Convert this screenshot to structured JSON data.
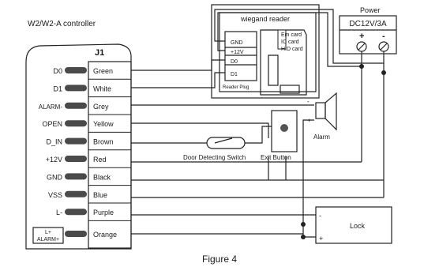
{
  "controller": {
    "title": "W2/W2-A controller",
    "block": "J1",
    "pins": [
      {
        "label": "D0",
        "wire": "Green"
      },
      {
        "label": "D1",
        "wire": "White"
      },
      {
        "label": "ALARM-",
        "wire": "Grey"
      },
      {
        "label": "OPEN",
        "wire": "Yellow"
      },
      {
        "label": "D_IN",
        "wire": "Brown"
      },
      {
        "label": "+12V",
        "wire": "Red"
      },
      {
        "label": "GND",
        "wire": "Black"
      },
      {
        "label": "VSS",
        "wire": "Blue"
      },
      {
        "label": "L-",
        "wire": "Purple"
      }
    ],
    "last_pin": {
      "label_line1": "L+",
      "label_line2": "ALARM+",
      "wire": "Orange"
    }
  },
  "reader": {
    "title": "wiegand reader",
    "pins": [
      "GND",
      "+12V",
      "D0",
      "D1"
    ],
    "cards": [
      "Em card",
      "IC card",
      "HID card"
    ],
    "plug": "Reader Plug"
  },
  "power": {
    "title": "Power",
    "rating": "DC12V/3A",
    "plus": "+",
    "minus": "-"
  },
  "alarm": {
    "label": "Alarm",
    "minus": "-",
    "plus": "+"
  },
  "door_switch": {
    "label": "Door Detecting Switch"
  },
  "exit_button": {
    "label": "Exit Button"
  },
  "lock": {
    "label": "Lock",
    "minus": "-",
    "plus": "+"
  },
  "caption": "Figure 4"
}
